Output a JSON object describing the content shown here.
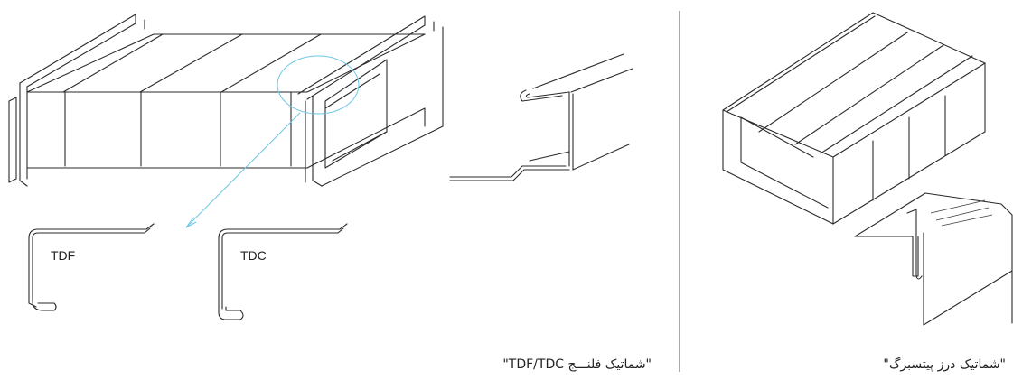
{
  "labels": {
    "tdf": "TDF",
    "tdc": "TDC"
  },
  "captions": {
    "flange": "\"شماتیک فلنـــج TDF/TDC\"",
    "pittsburgh": "\"شماتیک درز پیتسبرگ\""
  },
  "colors": {
    "line": "#2a2a2a",
    "accent": "#6cc7e8",
    "divider": "#555555"
  }
}
